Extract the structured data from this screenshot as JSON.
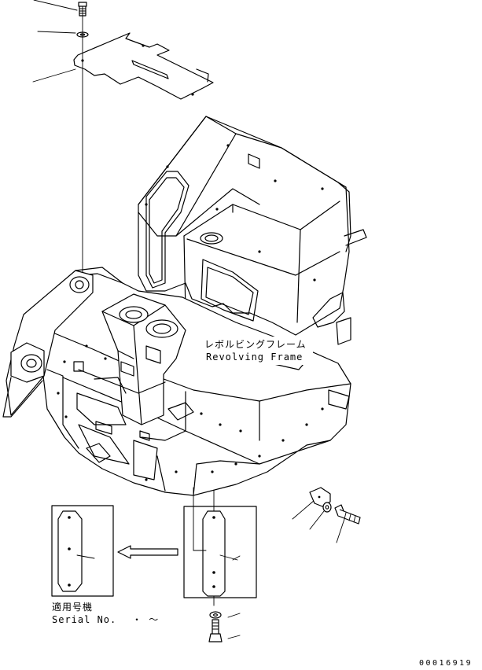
{
  "labels": {
    "part_name_ja": "レボルビングフレーム",
    "part_name_en": "Revolving Frame",
    "serial_ja": "適用号機",
    "serial_en": "Serial No.",
    "serial_suffix": "・ ～",
    "drawing_code": "00016919"
  }
}
